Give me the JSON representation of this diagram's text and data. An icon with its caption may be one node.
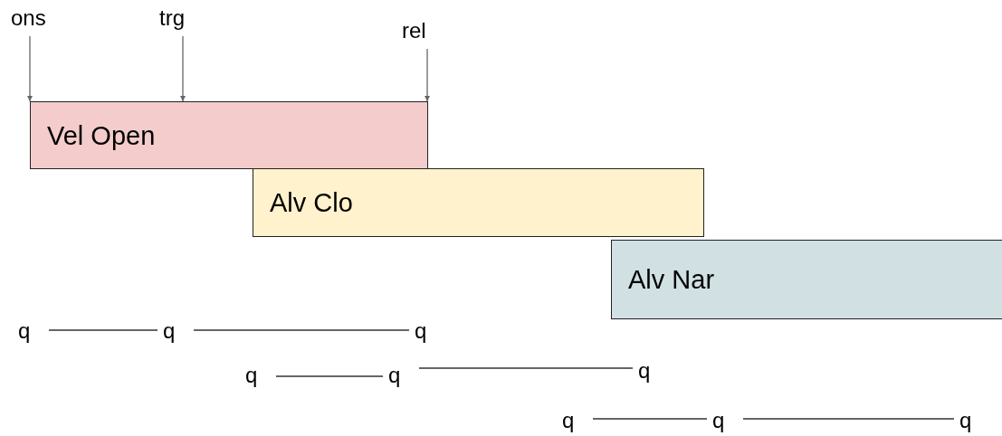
{
  "diagram": {
    "nodes": [
      {
        "text": [
          "ons"
        ]
      },
      {
        "text": [
          "trg"
        ]
      },
      {
        "text": [
          "rel"
        ]
      },
      {
        "text": [
          "Vel Open"
        ]
      },
      {
        "text": [
          "Alv Clo"
        ]
      },
      {
        "text": [
          "Alv Nar"
        ]
      },
      {
        "text": [
          "q"
        ]
      },
      {
        "text": [
          "q"
        ]
      },
      {
        "text": [
          "q"
        ]
      },
      {
        "text": [
          "q"
        ]
      },
      {
        "text": [
          "q"
        ]
      },
      {
        "text": [
          "q"
        ]
      },
      {
        "text": [
          "q"
        ]
      },
      {
        "text": [
          "q"
        ]
      },
      {
        "text": [
          "q"
        ]
      }
    ],
    "edges": [
      {
        "from": 0,
        "to": 3,
        "arrow": "to"
      },
      {
        "from": 1,
        "to": 3,
        "arrow": "to"
      },
      {
        "from": 2,
        "to": 3,
        "arrow": "to"
      },
      {
        "from": 6,
        "to": 7,
        "arrow": "none"
      },
      {
        "from": 7,
        "to": 8,
        "arrow": "none"
      },
      {
        "from": 9,
        "to": 10,
        "arrow": "none"
      },
      {
        "from": 10,
        "to": 11,
        "arrow": "none"
      },
      {
        "from": 12,
        "to": 13,
        "arrow": "none"
      },
      {
        "from": 13,
        "to": 14,
        "arrow": "none"
      }
    ]
  }
}
